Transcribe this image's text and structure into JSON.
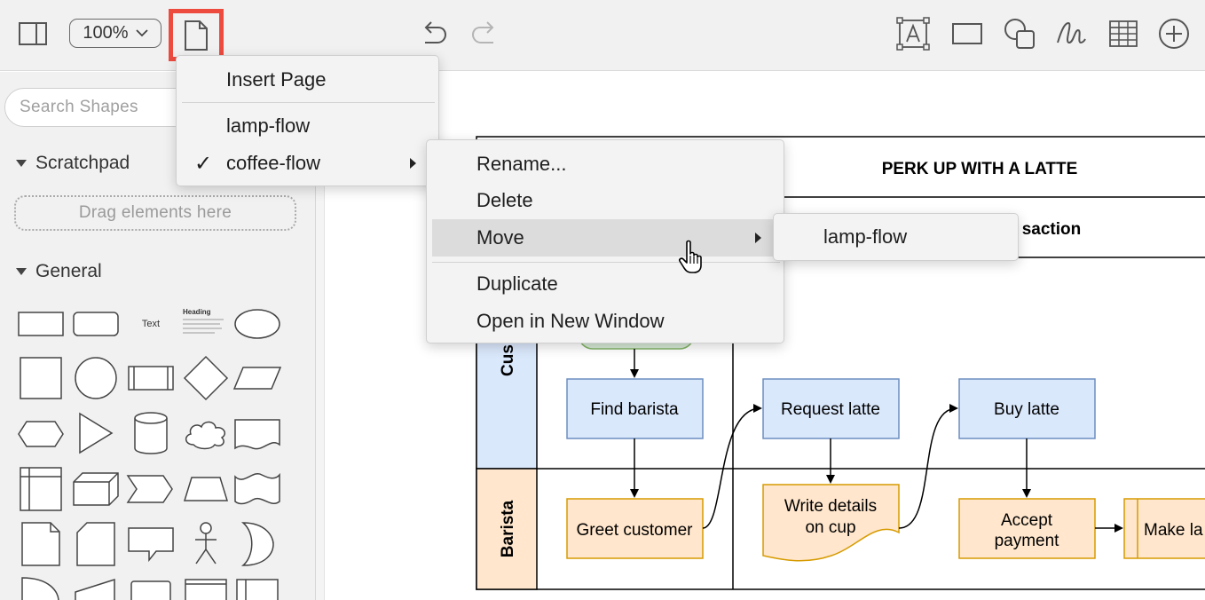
{
  "toolbar": {
    "zoom_label": "100%",
    "icons": [
      "sidebar-toggle-icon",
      "page-icon",
      "undo-icon",
      "redo-icon",
      "text-icon",
      "rectangle-icon",
      "shapes-icon",
      "freehand-icon",
      "table-icon",
      "plus-icon"
    ],
    "highlight_color": "#ee4b3f"
  },
  "sidebar": {
    "search_placeholder": "Search Shapes",
    "scratchpad_title": "Scratchpad",
    "drag_hint": "Drag elements here",
    "general_title": "General",
    "shape_text": "Text",
    "shape_heading": "Heading"
  },
  "page_menu": {
    "insert_page": "Insert Page",
    "pages": [
      "lamp-flow",
      "coffee-flow"
    ],
    "selected_page": "coffee-flow",
    "checkmark": "✓"
  },
  "page_submenu": {
    "rename": "Rename...",
    "delete": "Delete",
    "move": "Move",
    "duplicate": "Duplicate",
    "open_new_window": "Open in New Window"
  },
  "move_submenu": {
    "target": "lamp-flow"
  },
  "diagram": {
    "title": "PERK UP WITH A LATTE",
    "phase_partial": "saction",
    "lane_customer_partial": "Cus",
    "lane_barista": "Barista",
    "find_barista": "Find barista",
    "request_latte": "Request latte",
    "buy_latte": "Buy latte",
    "greet_customer": "Greet customer",
    "write_details_1": "Write details",
    "write_details_2": "on cup",
    "accept_payment_1": "Accept",
    "accept_payment_2": "payment",
    "make_partial": "Make la",
    "colors": {
      "blue_fill": "#dae8fc",
      "blue_stroke": "#6c8ebf",
      "orange_fill": "#ffe6cc",
      "orange_stroke": "#d79b00",
      "green_fill": "#d5e8d4",
      "green_stroke": "#82b366"
    }
  }
}
